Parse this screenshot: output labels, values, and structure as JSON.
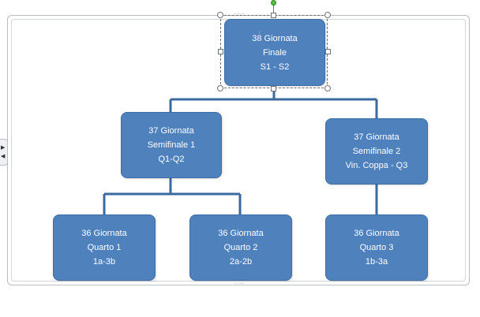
{
  "chart_data": {
    "type": "organization_chart",
    "nodes": [
      {
        "id": "finale",
        "lines": [
          "38 Giornata",
          "Finale",
          "S1 - S2"
        ],
        "parent": null
      },
      {
        "id": "semi1",
        "lines": [
          "37 Giornata",
          "Semifinale 1",
          "Q1-Q2"
        ],
        "parent": "finale"
      },
      {
        "id": "semi2",
        "lines": [
          "37 Giornata",
          "Semifinale 2",
          "Vin. Coppa - Q3"
        ],
        "parent": "finale"
      },
      {
        "id": "quarto1",
        "lines": [
          "36 Giornata",
          "Quarto 1",
          "1a-3b"
        ],
        "parent": "semi1"
      },
      {
        "id": "quarto2",
        "lines": [
          "36 Giornata",
          "Quarto 2",
          "2a-2b"
        ],
        "parent": "semi1"
      },
      {
        "id": "quarto3",
        "lines": [
          "36 Giornata",
          "Quarto 3",
          "1b-3a"
        ],
        "parent": "semi2"
      }
    ],
    "selected_node": "finale"
  },
  "colors": {
    "node_fill": "#4f81bd",
    "node_border": "#3e6da5",
    "connector": "#3b6aa0",
    "node_text": "#ffffff"
  },
  "icons": {
    "expand_arrows": "chevron-left-right-icon",
    "rotation_handle": "rotate-handle-icon"
  }
}
